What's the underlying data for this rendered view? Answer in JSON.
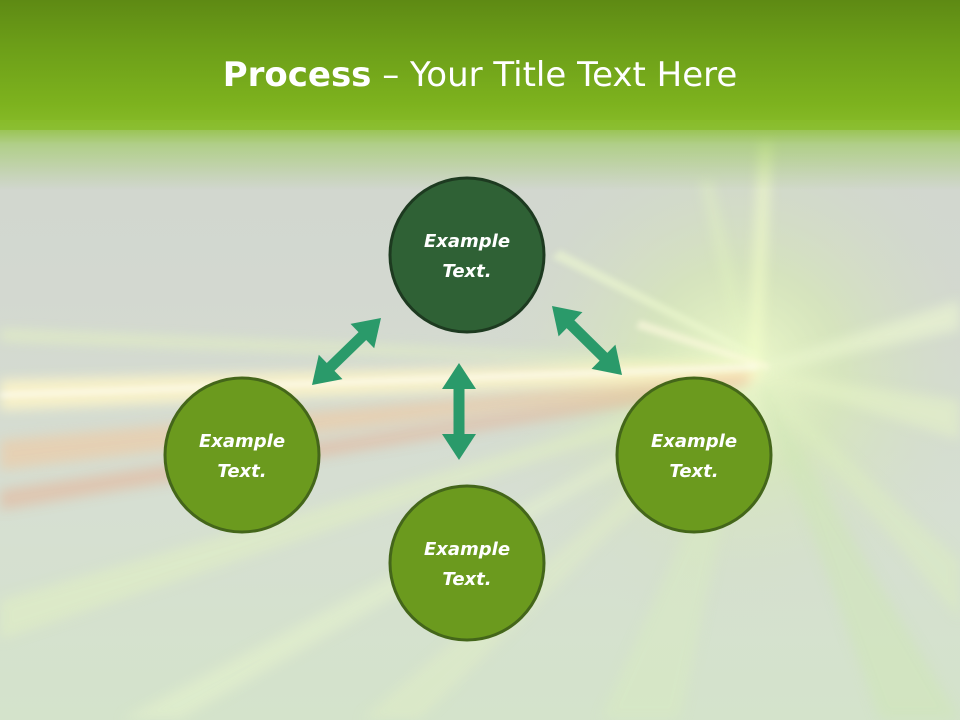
{
  "slide": {
    "title_strong": "Process",
    "title_rest": " – Your Title Text Here"
  },
  "diagram": {
    "nodes": [
      {
        "id": "top",
        "line1": "Example",
        "line2": "Text.",
        "fill": "#2f6135",
        "stroke": "#1d3a20"
      },
      {
        "id": "left",
        "line1": "Example",
        "line2": "Text.",
        "fill": "#6b9a1e",
        "stroke": "#44661a"
      },
      {
        "id": "bottom",
        "line1": "Example",
        "line2": "Text.",
        "fill": "#6b9a1e",
        "stroke": "#44661a"
      },
      {
        "id": "right",
        "line1": "Example",
        "line2": "Text.",
        "fill": "#6b9a1e",
        "stroke": "#44661a"
      }
    ],
    "connectors": [
      {
        "from": "top",
        "to": "left",
        "style": "double-arrow"
      },
      {
        "from": "top",
        "to": "bottom",
        "style": "double-arrow"
      },
      {
        "from": "top",
        "to": "right",
        "style": "double-arrow"
      }
    ],
    "arrow_color": "#2a9a6a"
  },
  "colors": {
    "header": "#6c9e18",
    "title_text": "#ffffff"
  }
}
